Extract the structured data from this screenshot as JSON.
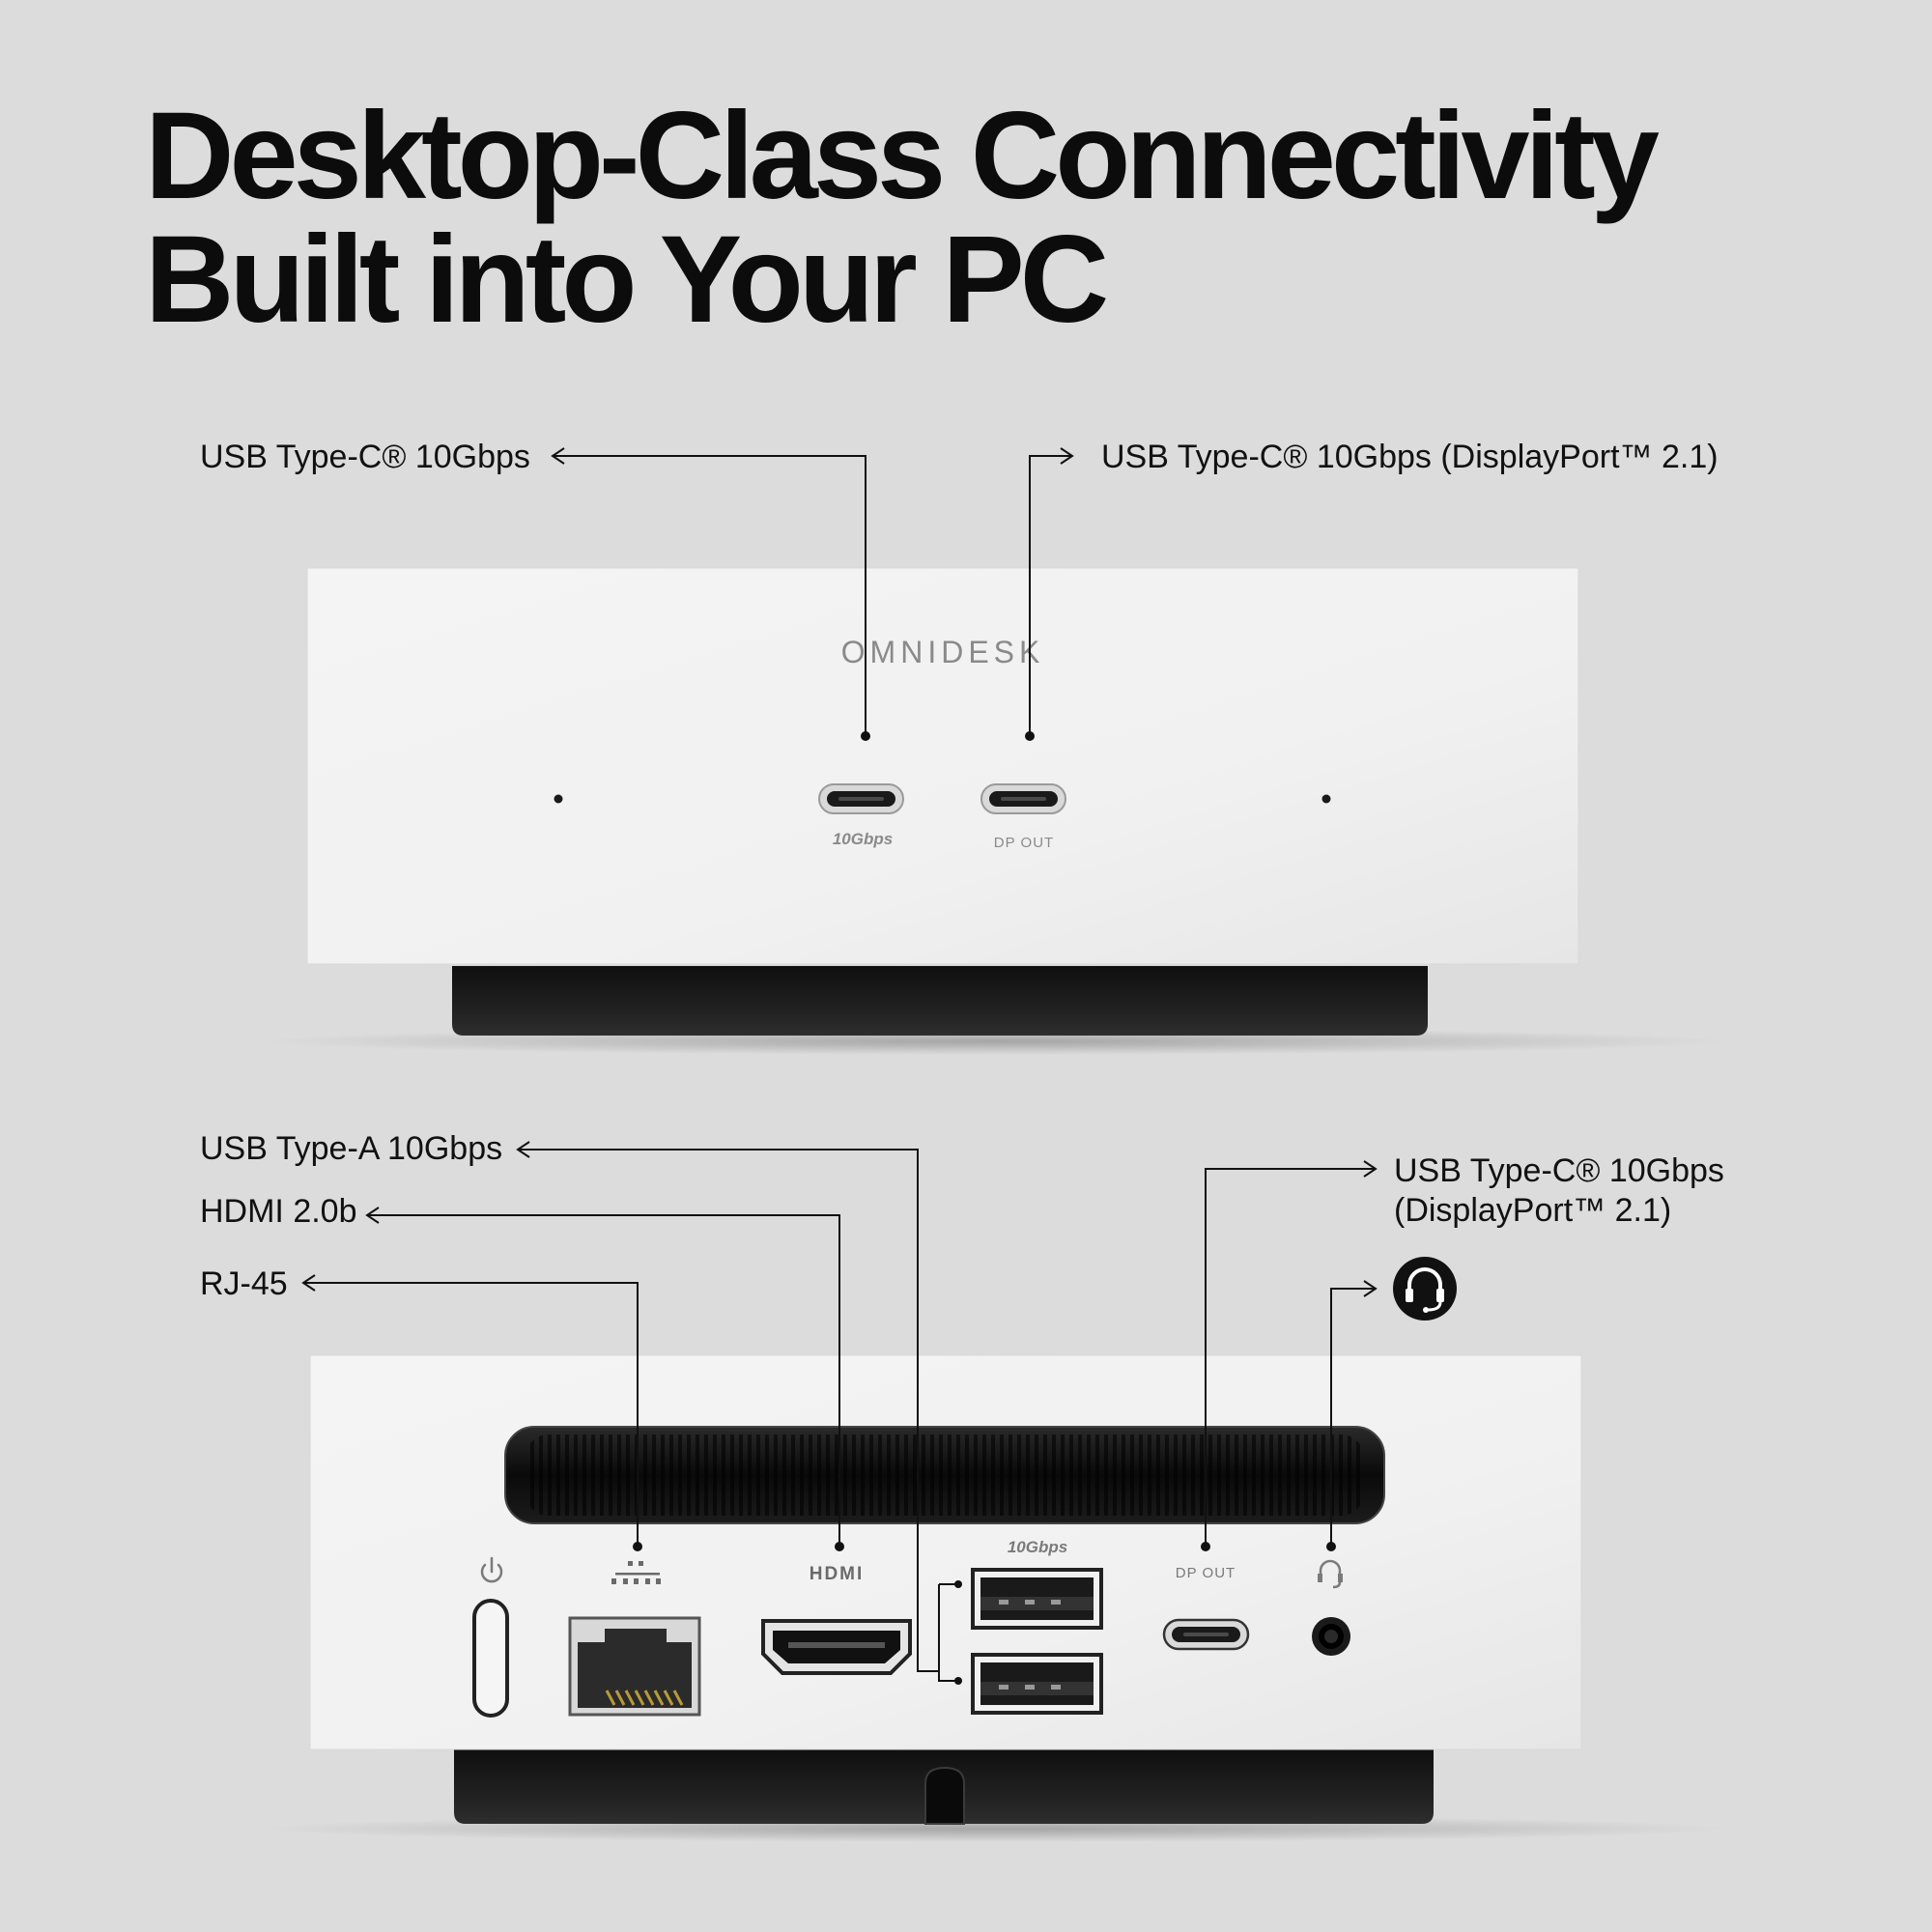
{
  "headline": {
    "line1": "Desktop-Class Connectivity",
    "line2": "Built into Your PC"
  },
  "front": {
    "brand": "OMNIDESK",
    "left_port_label": "10Gbps",
    "right_port_label": "DP OUT",
    "callout_left": "USB Type-C® 10Gbps",
    "callout_right": "USB Type-C® 10Gbps (DisplayPort™ 2.1)"
  },
  "rear": {
    "callout_usba": "USB Type-A 10Gbps",
    "callout_hdmi": "HDMI 2.0b",
    "callout_rj45": "RJ-45",
    "callout_usbc_line1": "USB Type-C® 10Gbps",
    "callout_usbc_line2": "(DisplayPort™ 2.1)",
    "port_hdmi_label": "HDMI",
    "port_usba_label": "10Gbps",
    "port_dp_label": "DP OUT",
    "icons": [
      "power-icon",
      "ethernet-icon",
      "headset-icon",
      "headset-badge-icon"
    ]
  },
  "colors": {
    "background": "#dcdcdc",
    "chassis": "#f2f2f2",
    "base": "#1e1e1e",
    "text": "#111111"
  }
}
